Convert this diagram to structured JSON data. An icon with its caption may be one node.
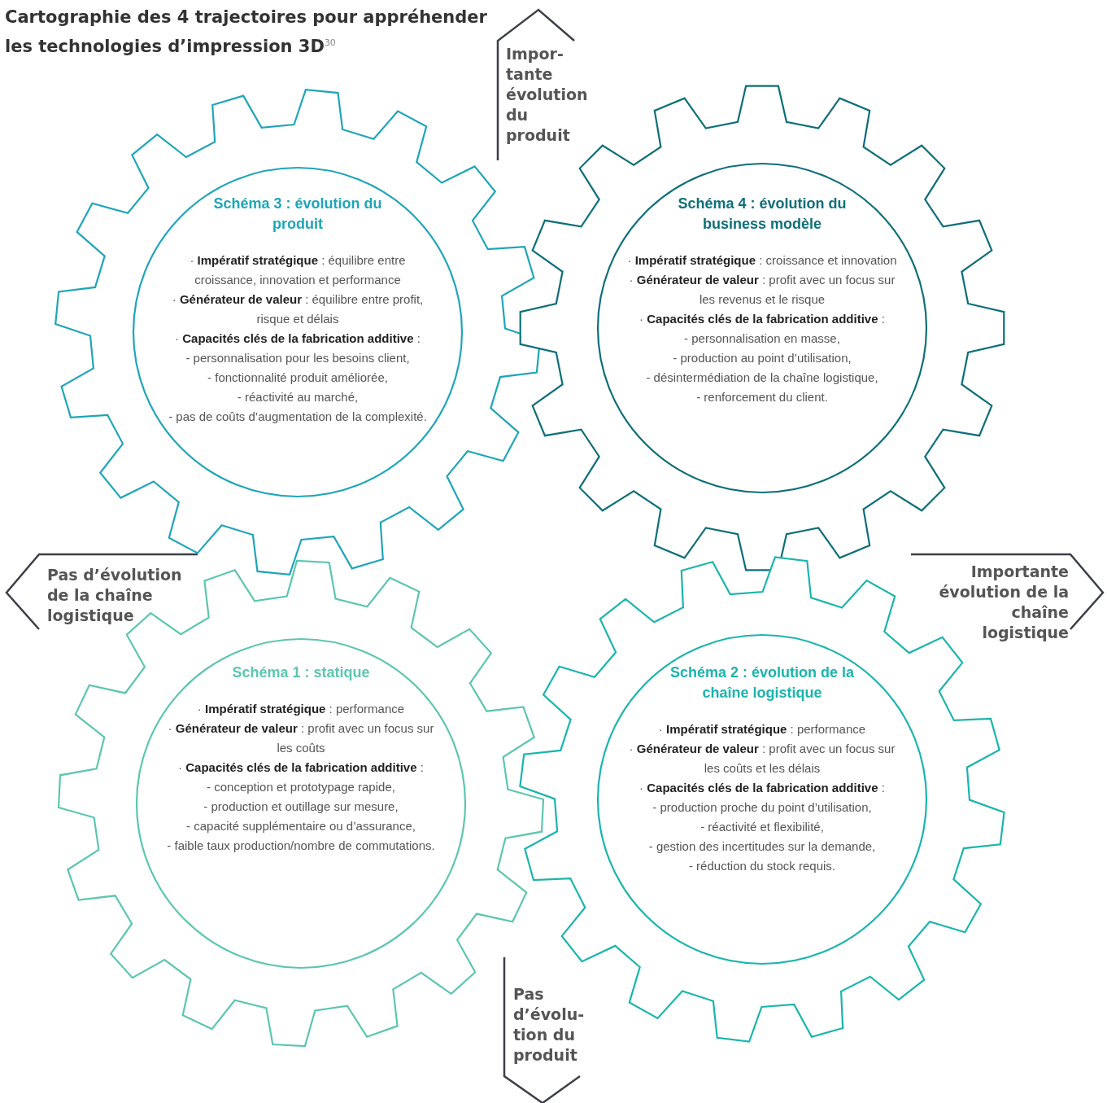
{
  "diagram": {
    "title": "Cartographie des 4 trajectoires pour appréhender les technologies d’impression 3D$^{30}$",
    "nodes": [
      {
        "text": [
          "Schéma 3 : évolution du produit",
          "· **Impératif stratégique** : équilibre entre croissance, innovation et performance",
          "· **Générateur de valeur** : équilibre entre profit, risque et délais",
          "· **Capacités clés de la fabrication additive** :",
          "- personnalisation pour les besoins client,",
          "- fonctionnalité produit améliorée,",
          "- réactivité au marché,",
          "- pas de coûts d’augmentation de la complexité."
        ]
      },
      {
        "text": [
          "Schéma 4 : évolution du business modèle",
          "· **Impératif stratégique** : croissance et innovation",
          "· **Générateur de valeur** : profit avec un focus sur les revenus et le risque",
          "· **Capacités clés de la fabrication additive** :",
          "- personnalisation en masse,",
          "- production au point d’utilisation,",
          "- désintermédiation de la chaîne logistique,",
          "- renforcement du client."
        ]
      },
      {
        "text": [
          "Schéma 1 : statique",
          "· **Impératif stratégique** : performance",
          "· **Générateur de valeur** : profit avec un focus sur les coûts",
          "· **Capacités clés de la fabrication additive** :",
          "- conception et prototypage rapide,",
          "- production et outillage sur mesure,",
          "- capacité supplémentaire ou d’assurance,",
          "- faible taux production/nombre de commutations."
        ]
      },
      {
        "text": [
          "Schéma 2 : évolution de la chaîne logistique",
          "· **Impératif stratégique** : performance",
          "· **Générateur de valeur** : profit avec un focus sur les coûts et les délais",
          "· **Capacités clés de la fabrication additive** :",
          "- production proche du point d’utilisation,",
          "- réactivité et flexibilité,",
          "- gestion des incertitudes sur la demande,",
          "- réduction du stock requis."
        ]
      }
    ],
    "labels": [
      "Impor-tante évolution du produit",
      "Pas d’évolution de la chaîne logistique",
      "Importante évolution de la chaîne logistique",
      "Pas d’évolu-tion du produit"
    ]
  }
}
